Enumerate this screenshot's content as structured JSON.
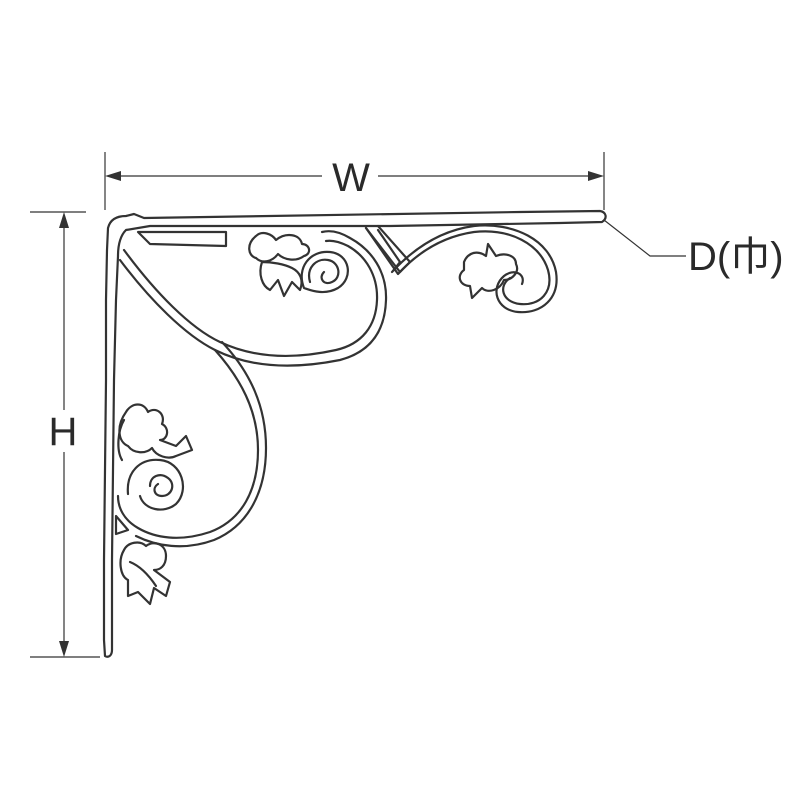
{
  "diagram": {
    "width_label": "W",
    "height_label": "H",
    "depth_label": "D(巾)"
  },
  "colors": {
    "line": "#333333",
    "background": "#ffffff"
  }
}
